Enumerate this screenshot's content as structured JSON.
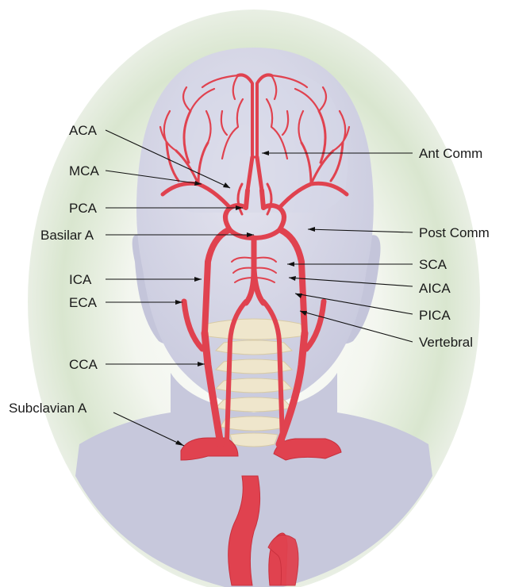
{
  "labels_left": {
    "aca": "ACA",
    "mca": "MCA",
    "pca": "PCA",
    "basilar": "Basilar A",
    "ica": "ICA",
    "eca": "ECA",
    "cca": "CCA",
    "subclavian": "Subclavian A"
  },
  "labels_right": {
    "ant_comm": "Ant Comm",
    "post_comm": "Post Comm",
    "sca": "SCA",
    "aica": "AICA",
    "pica": "PICA",
    "vertebral": "Vertebral"
  },
  "colors": {
    "artery": "#e0424f",
    "background_halo": "#dfe9d6",
    "head_fill": "#cfd0e2",
    "vertebra": "#efe6cc"
  }
}
